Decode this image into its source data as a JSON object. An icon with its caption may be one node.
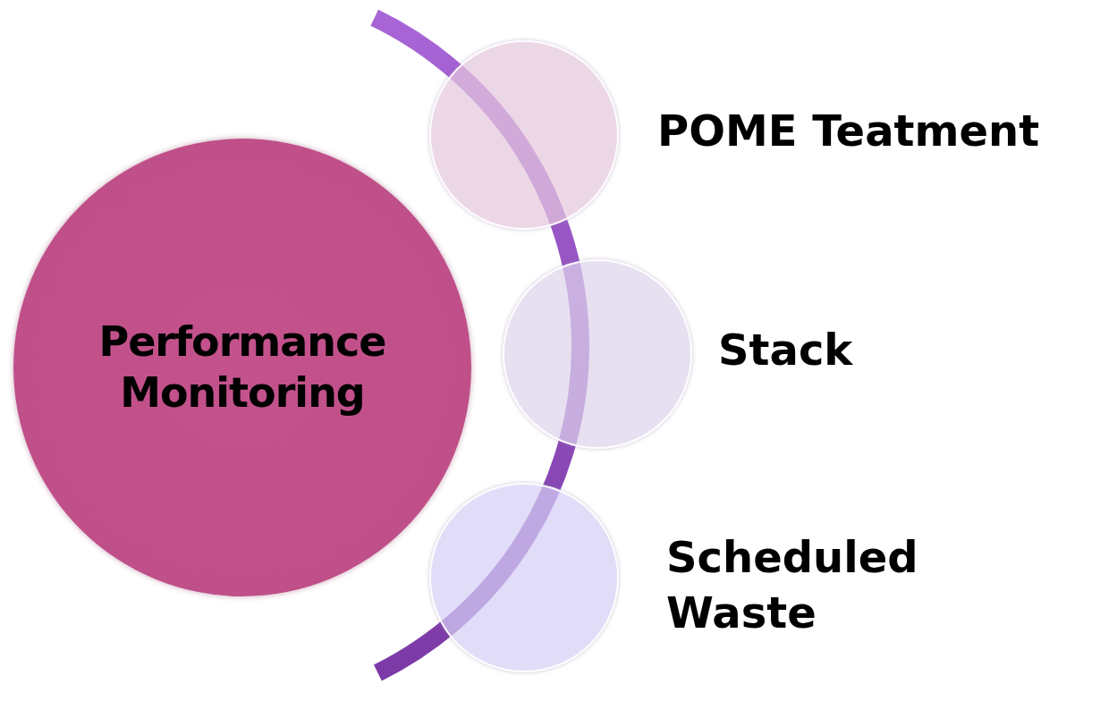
{
  "diagram": {
    "nodes": [
      {
        "text": [
          "Performance Monitoring"
        ]
      },
      {
        "text": [
          "POME Teatment"
        ]
      },
      {
        "text": [
          "Stack"
        ]
      },
      {
        "text": [
          "Scheduled Waste"
        ]
      }
    ]
  }
}
